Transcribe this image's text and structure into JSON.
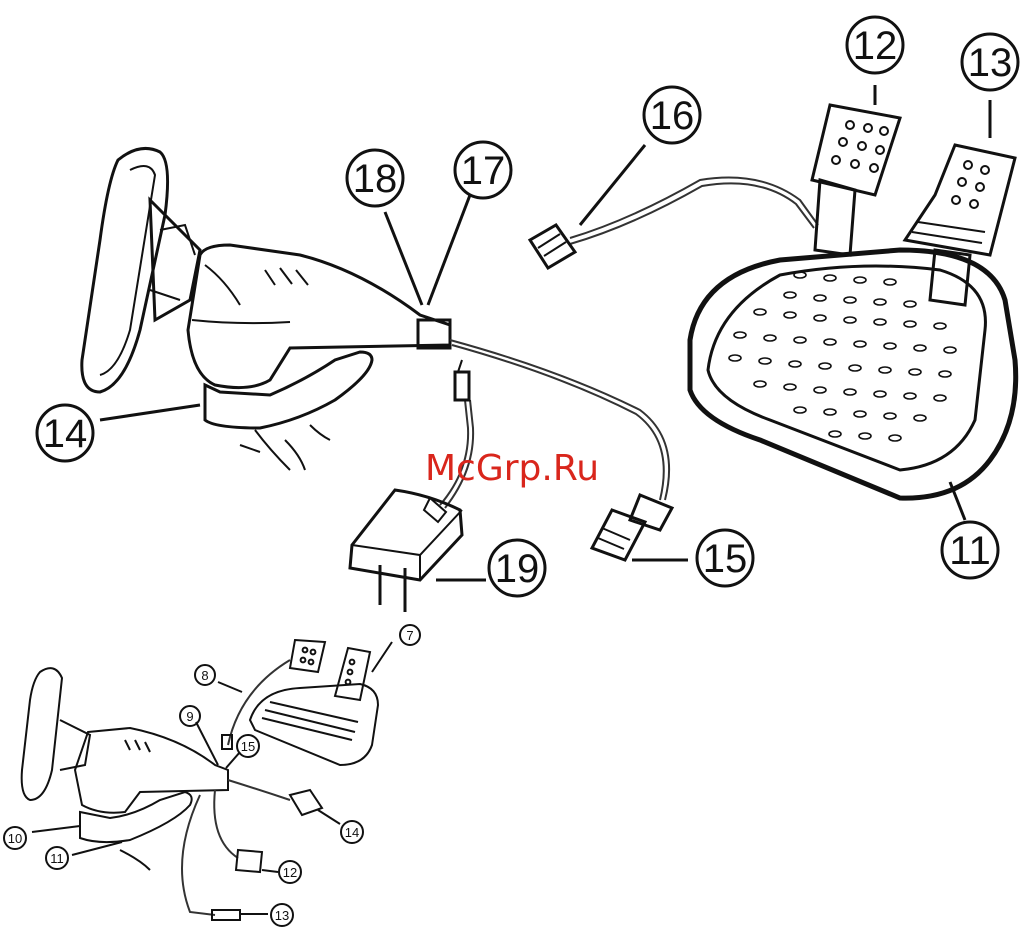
{
  "watermark": "McGrp.Ru",
  "main_diagram": {
    "callouts": [
      {
        "id": "callout-11",
        "label": "11"
      },
      {
        "id": "callout-12",
        "label": "12"
      },
      {
        "id": "callout-13",
        "label": "13"
      },
      {
        "id": "callout-14",
        "label": "14"
      },
      {
        "id": "callout-15",
        "label": "15"
      },
      {
        "id": "callout-16",
        "label": "16"
      },
      {
        "id": "callout-17",
        "label": "17"
      },
      {
        "id": "callout-18",
        "label": "18"
      },
      {
        "id": "callout-19",
        "label": "19"
      }
    ]
  },
  "inset_diagram": {
    "callouts": [
      {
        "id": "callout-small-7",
        "label": "7"
      },
      {
        "id": "callout-small-8",
        "label": "8"
      },
      {
        "id": "callout-small-9",
        "label": "9"
      },
      {
        "id": "callout-small-10",
        "label": "10"
      },
      {
        "id": "callout-small-11",
        "label": "11"
      },
      {
        "id": "callout-small-12",
        "label": "12"
      },
      {
        "id": "callout-small-13",
        "label": "13"
      },
      {
        "id": "callout-small-14",
        "label": "14"
      },
      {
        "id": "callout-small-15",
        "label": "15"
      }
    ]
  }
}
